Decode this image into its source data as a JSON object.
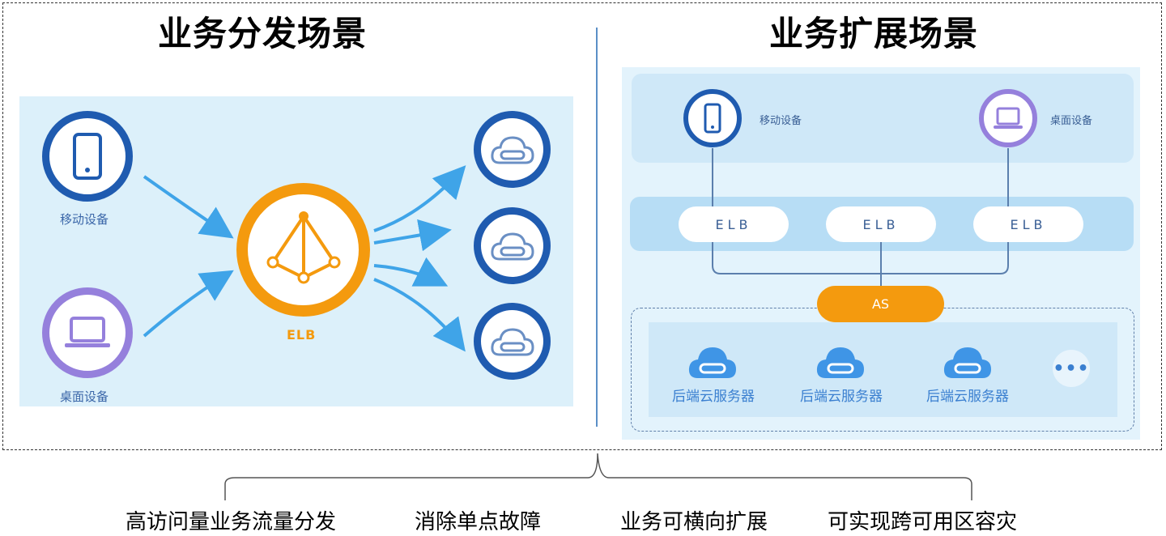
{
  "titles": {
    "left": "业务分发场景",
    "right": "业务扩展场景"
  },
  "left_diagram": {
    "mobile_label": "移动设备",
    "desktop_label": "桌面设备",
    "elb_label": "ELB"
  },
  "right_diagram": {
    "mobile_label": "移动设备",
    "desktop_label": "桌面设备",
    "elb_pills": [
      "ELB",
      "ELB",
      "ELB"
    ],
    "as_label": "AS",
    "servers": [
      "后端云服务器",
      "后端云服务器",
      "后端云服务器"
    ],
    "more": "•••"
  },
  "benefits": [
    "高访问量业务流量分发",
    "消除单点故障",
    "业务可横向扩展",
    "可实现跨可用区容灾"
  ],
  "colors": {
    "blue_ring": "#1f5bb0",
    "purple_ring": "#9580dc",
    "orange": "#f49a0e",
    "arrow": "#3fa4e8",
    "panel_bg": "#dcf0fa"
  },
  "icons": {
    "mobile": "smartphone-icon",
    "desktop": "laptop-icon",
    "elb": "load-balancer-icon",
    "cloud_server": "cloud-server-icon"
  }
}
